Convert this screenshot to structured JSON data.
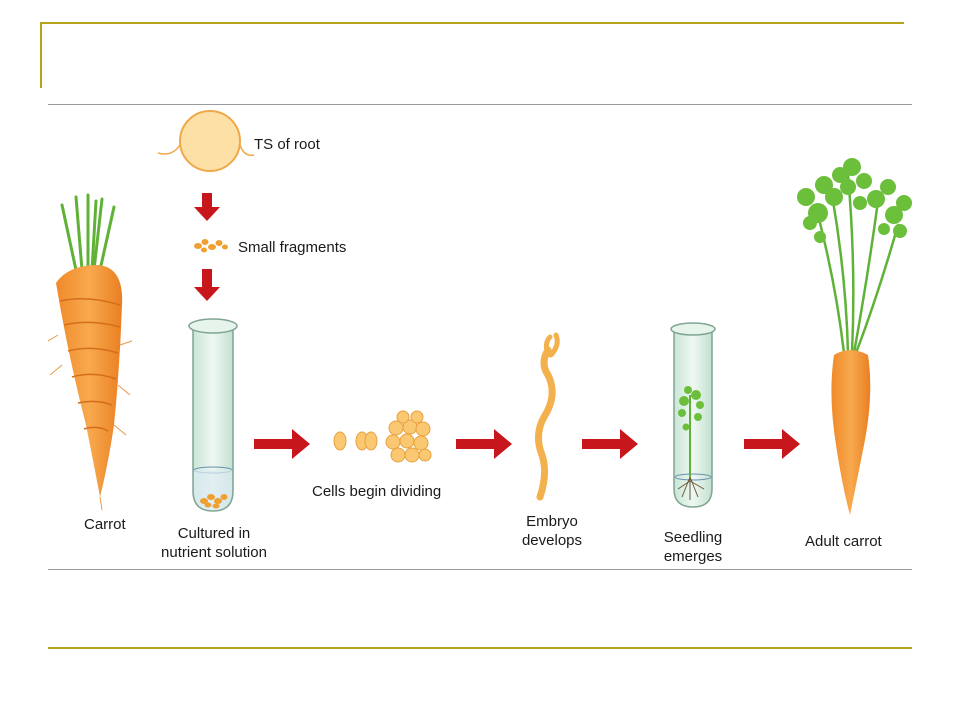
{
  "theme": {
    "rule_color": "#b5a31a",
    "arrow_color": "#c8161d",
    "carrot_color": "#f5a042",
    "leaf_color": "#6cbf3a",
    "tube_color": "#d9efe3"
  },
  "labels": {
    "ts_of_root": "TS of root",
    "small_fragments": "Small fragments",
    "carrot": "Carrot",
    "cultured": "Cultured in\nnutrient solution",
    "cells_dividing": "Cells begin dividing",
    "embryo": "Embryo\ndevelops",
    "seedling": "Seedling\nemerges",
    "adult_carrot": "Adult carrot"
  }
}
